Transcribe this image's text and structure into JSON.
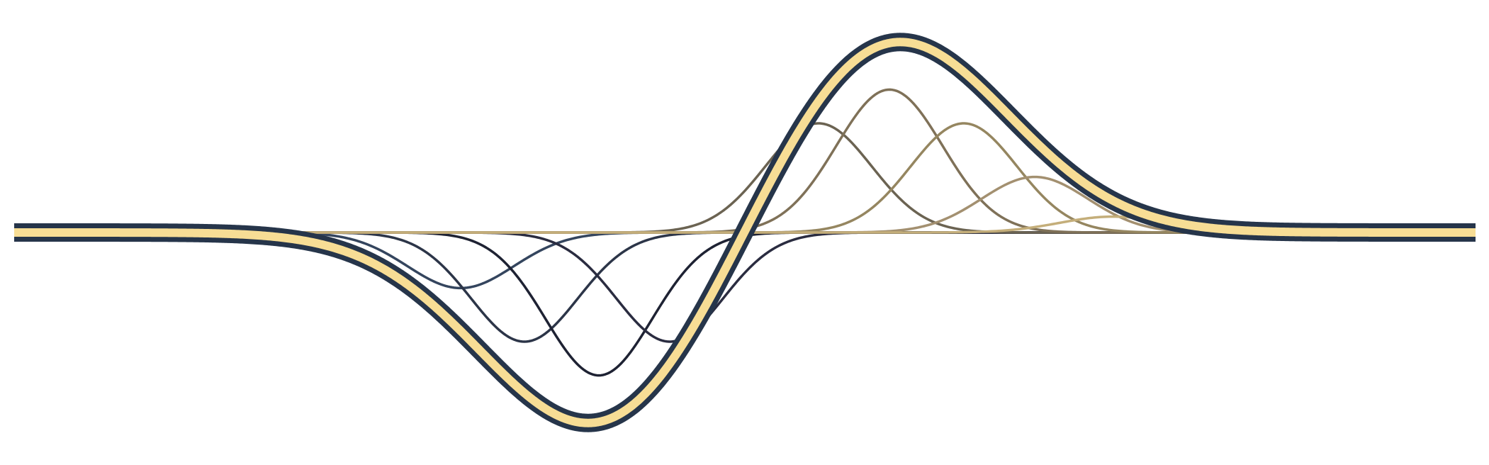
{
  "colors": {
    "background": "#ffffff",
    "outline": "#26354a",
    "highlight": "#f7dd95",
    "baseline": "#c9a87c"
  },
  "wave": {
    "main_amplitude": 1.0,
    "components": [
      {
        "color": "#34455e",
        "amplitude": 0.28,
        "polarity": -1
      },
      {
        "color": "#2c3548",
        "amplitude": 0.55,
        "polarity": -1
      },
      {
        "color": "#1e2233",
        "amplitude": 0.72,
        "polarity": -1
      },
      {
        "color": "#2a2c40",
        "amplitude": 0.55,
        "polarity": -1
      },
      {
        "color": "#6b6352",
        "amplitude": 0.55,
        "polarity": 1
      },
      {
        "color": "#7f7158",
        "amplitude": 0.72,
        "polarity": 1
      },
      {
        "color": "#958660",
        "amplitude": 0.55,
        "polarity": 1
      },
      {
        "color": "#a39070",
        "amplitude": 0.28,
        "polarity": 1
      },
      {
        "color": "#c4ae7a",
        "amplitude": 0.08,
        "polarity": 1
      }
    ]
  }
}
